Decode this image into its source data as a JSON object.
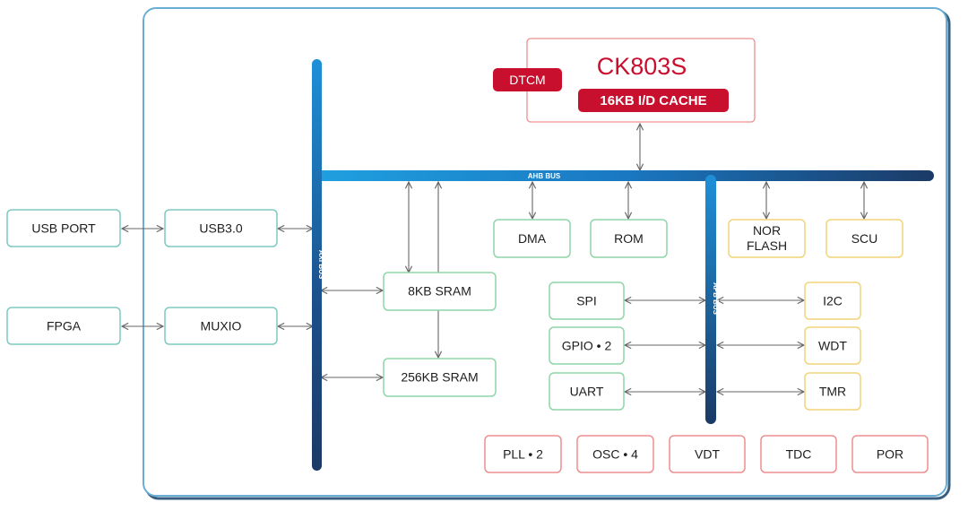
{
  "diagram": {
    "cpu": {
      "name": "CK803S",
      "dtcm": "DTCM",
      "cache": "16KB I/D CACHE"
    },
    "buses": {
      "ahb": "AHB BUS",
      "axi": "AXI BUS",
      "apb": "APB BUS"
    },
    "external": {
      "usb_port": "USB PORT",
      "fpga": "FPGA"
    },
    "axi_blocks": {
      "usb3": "USB3.0",
      "muxio": "MUXIO",
      "sram_8kb": "8KB SRAM",
      "sram_256kb": "256KB SRAM"
    },
    "ahb_blocks": {
      "dma": "DMA",
      "rom": "ROM",
      "nor_flash": [
        "NOR",
        "FLASH"
      ],
      "scu": "SCU"
    },
    "apb_left": {
      "spi": "SPI",
      "gpio": "GPIO • 2",
      "uart": "UART"
    },
    "apb_right": {
      "i2c": "I2C",
      "wdt": "WDT",
      "tmr": "TMR"
    },
    "analog": {
      "pll": "PLL • 2",
      "osc": "OSC • 4",
      "vdt": "VDT",
      "tdc": "TDC",
      "por": "POR"
    },
    "colors": {
      "frame": "#6aaed6",
      "frame_shadow": "#3a5f80",
      "teal_box": "#7fc9c1",
      "green_box": "#8fd6a8",
      "yellow_box": "#f2d47a",
      "red_box": "#ee8f8f",
      "cpu_red": "#c8102e",
      "bus_dark": "#1b3a66",
      "bus_light": "#1fa0e0",
      "arrow": "#666666"
    }
  }
}
